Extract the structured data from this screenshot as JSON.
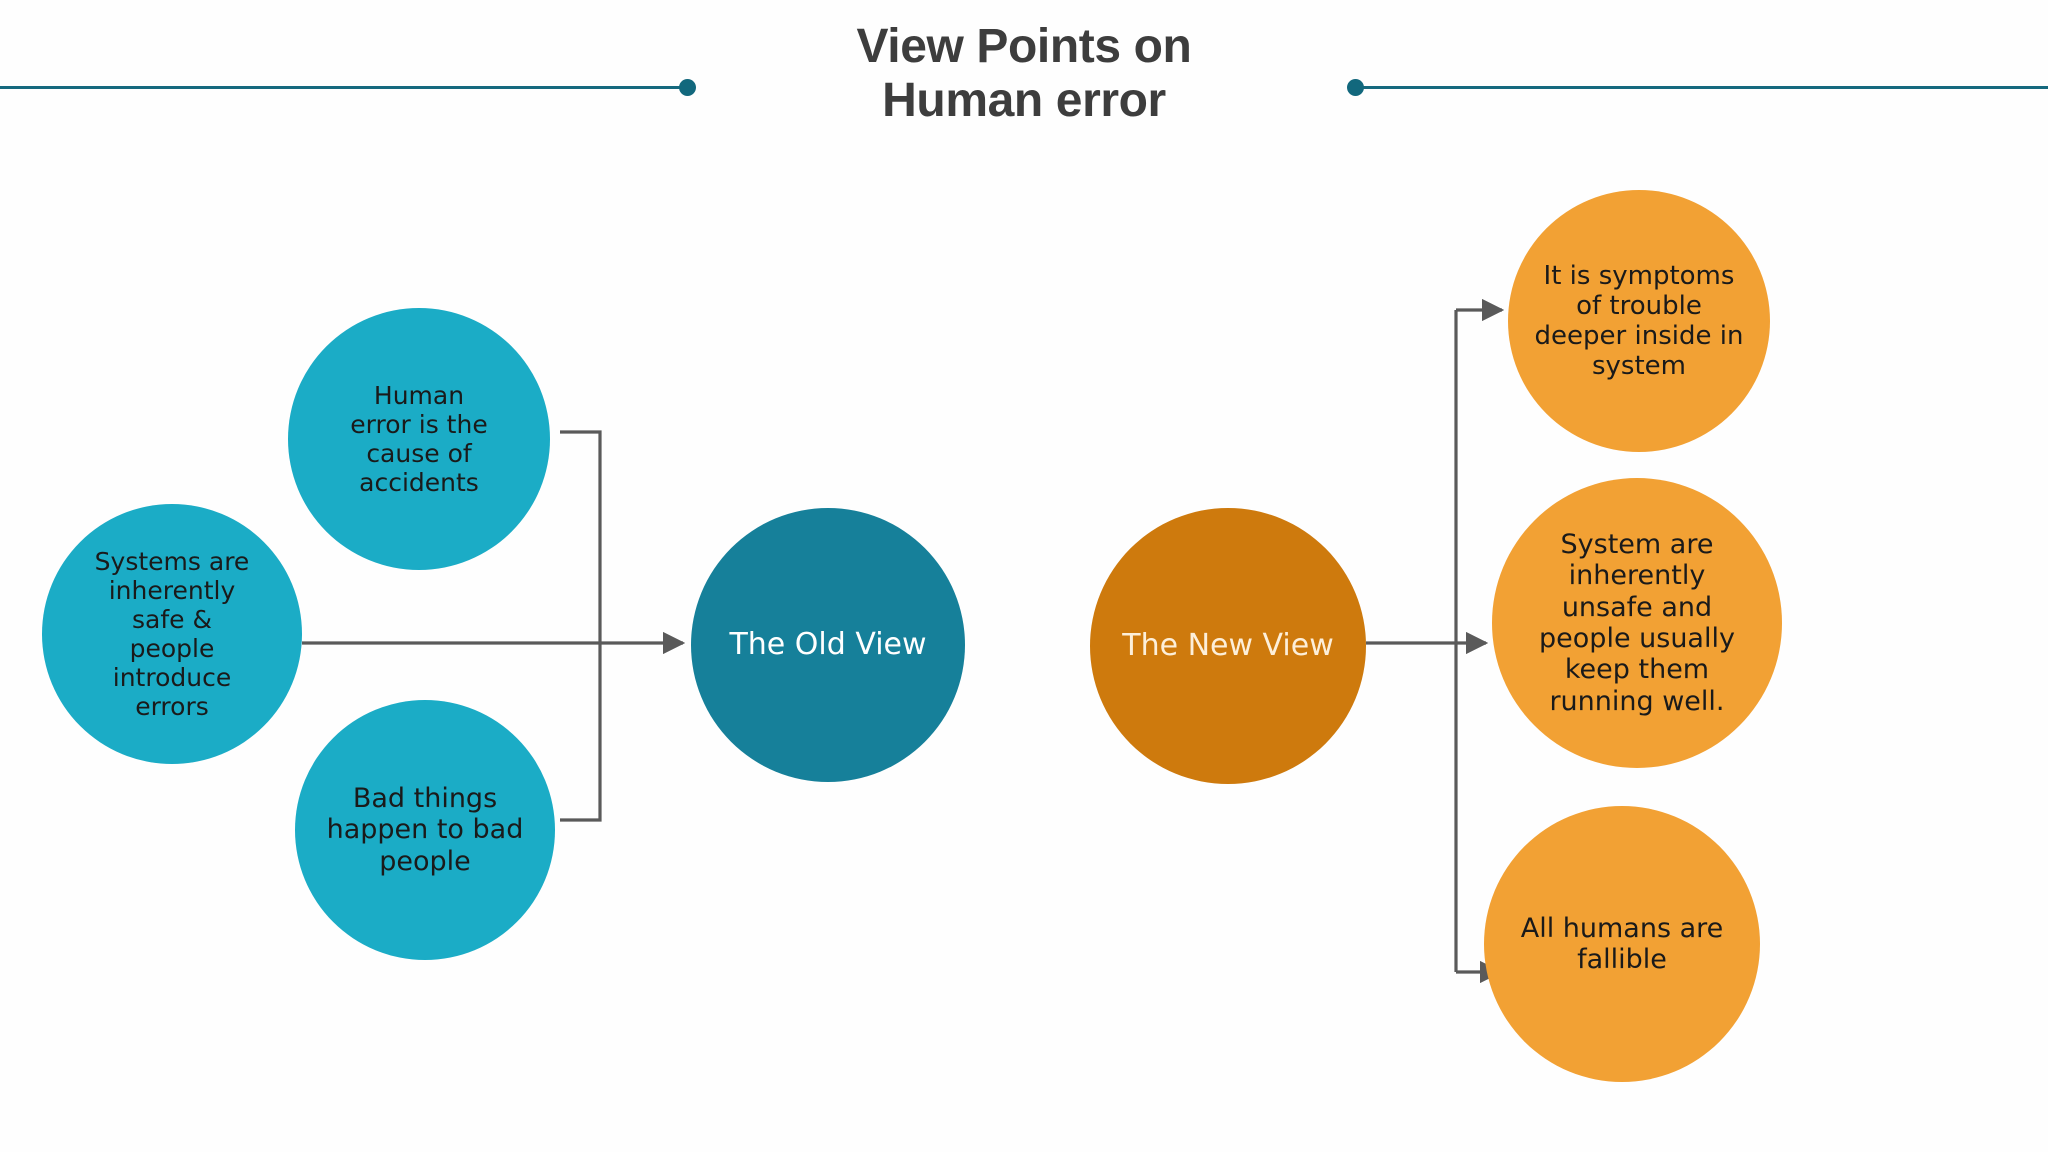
{
  "header": {
    "title": "View Points on\nHuman error",
    "rule_color": "#15697E",
    "dot_color": "#12687D"
  },
  "palette": {
    "light_blue": "#1BACC6",
    "dark_teal": "#16809A",
    "light_orange": "#F2A134",
    "dark_orange": "#CE7A0D",
    "connector_gray": "#5A5A5A",
    "body_text": "#1A1A1A",
    "title_text": "#3D3D3D"
  },
  "old_view": {
    "hub_label": "The Old View",
    "inputs": [
      {
        "id": "systems-safe",
        "label": "Systems are\ninherently\nsafe &\npeople\nintroduce\nerrors"
      },
      {
        "id": "human-error-cause",
        "label": "Human\nerror is the\ncause of\naccidents"
      },
      {
        "id": "bad-things",
        "label": "Bad things\nhappen to bad\npeople"
      }
    ]
  },
  "new_view": {
    "hub_label": "The New View",
    "outputs": [
      {
        "id": "symptoms-deeper-trouble",
        "label": "It is symptoms\nof   trouble\ndeeper inside in\nsystem"
      },
      {
        "id": "systems-unsafe",
        "label": "System are\ninherently\nunsafe and\npeople usually\nkeep them\nrunning well."
      },
      {
        "id": "humans-fallible",
        "label": "All humans are\nfallible"
      }
    ]
  }
}
